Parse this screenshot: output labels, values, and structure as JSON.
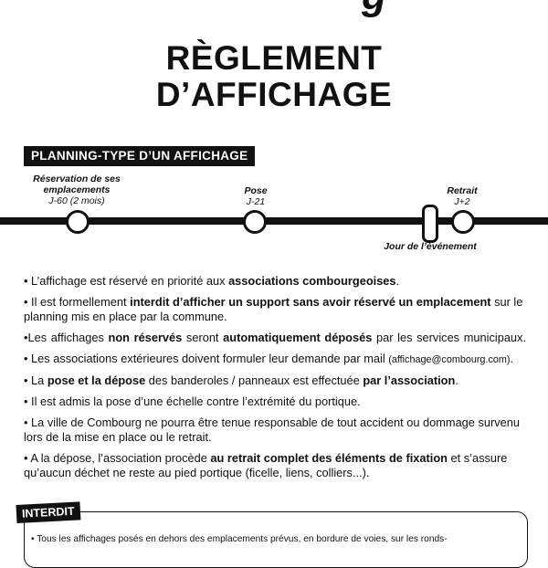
{
  "header": {
    "fragment": "g",
    "title_line1": "RÈGLEMENT",
    "title_line2": "D’AFFICHAGE"
  },
  "planning": {
    "label": "PLANNING-TYPE D’UN AFFICHAGE",
    "steps": [
      {
        "title": "Réservation de ses emplacements",
        "sub": "J-60 (2 mois)"
      },
      {
        "title": "Pose",
        "sub": "J-21"
      },
      {
        "title": "Retrait",
        "sub": "J+2"
      }
    ],
    "event_label": "Jour de l’événement"
  },
  "rules": [
    {
      "parts": [
        {
          "t": "• L’affichage est réservé en priorité aux "
        },
        {
          "t": "associations combourgeoises",
          "b": true
        },
        {
          "t": "."
        }
      ]
    },
    {
      "parts": [
        {
          "t": "• Il est formellement "
        },
        {
          "t": "interdit d’afficher un support sans avoir réservé un emplacement",
          "b": true
        },
        {
          "t": " sur le planning mis en place par la commune."
        }
      ]
    },
    {
      "parts": [
        {
          "t": "•Les affichages "
        },
        {
          "t": "non réservés",
          "b": true
        },
        {
          "t": " seront "
        },
        {
          "t": "automatiquement déposés",
          "b": true
        },
        {
          "t": " par les services municipaux."
        }
      ],
      "justify": true
    },
    {
      "parts": [
        {
          "t": "• Les associations extérieures doivent formuler leur demande par mail "
        },
        {
          "t": "(affichage@combourg.com)",
          "small": true
        },
        {
          "t": "."
        }
      ]
    },
    {
      "parts": [
        {
          "t": "• La "
        },
        {
          "t": "pose et la dépose",
          "b": true
        },
        {
          "t": " des banderoles / panneaux est effectuée "
        },
        {
          "t": "par l’association",
          "b": true
        },
        {
          "t": "."
        }
      ]
    },
    {
      "parts": [
        {
          "t": "• Il est admis la pose d’une échelle contre l’extrémité du portique."
        }
      ]
    },
    {
      "parts": [
        {
          "t": "• La ville de Combourg ne pourra être tenue responsable de tout accident ou dommage survenu lors de la mise en place ou le retrait."
        }
      ]
    },
    {
      "parts": [
        {
          "t": "• A la dépose, l’association procède "
        },
        {
          "t": "au retrait complet des éléments de fixation",
          "b": true
        },
        {
          "t": " et s’assure qu’aucun déchet ne reste au pied portique (ficelle, liens, colliers...)."
        }
      ]
    }
  ],
  "interdit": {
    "label": "INTERDIT",
    "text": "• Tous les affichages posés en dehors des emplacements prévus, en bordure de voies, sur les ronds-"
  }
}
